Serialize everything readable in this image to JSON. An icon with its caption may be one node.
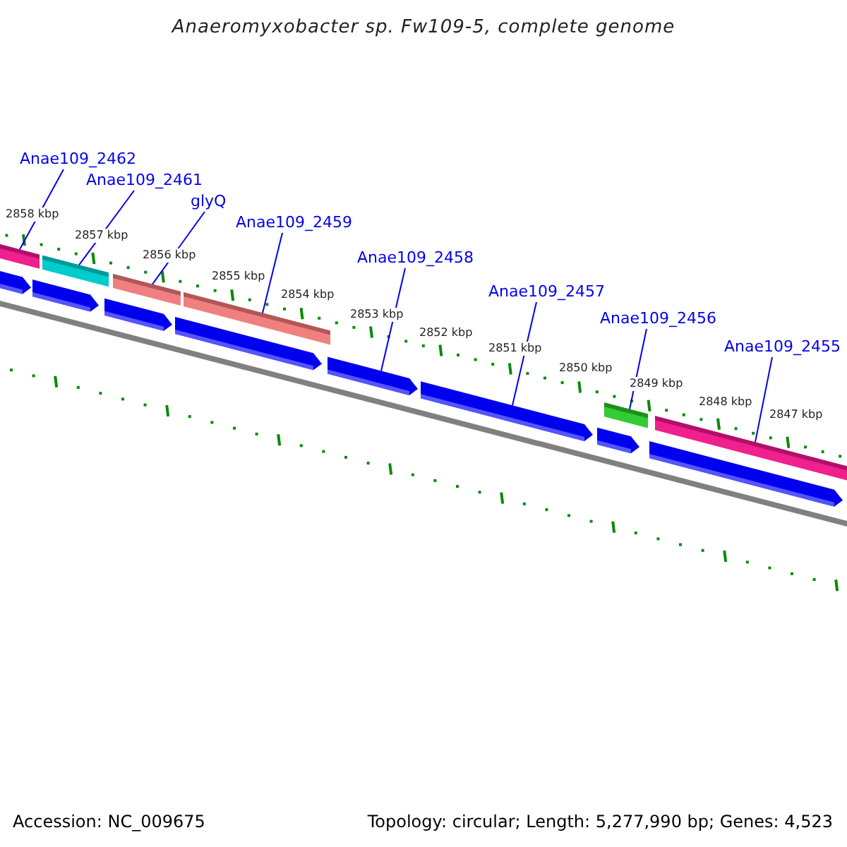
{
  "diagram": {
    "title": "Anaeromyxobacter sp. Fw109-5, complete genome",
    "nodes": [
      {
        "text": [
          "Anae109_2462"
        ]
      },
      {
        "text": [
          "Anae109_2461"
        ]
      },
      {
        "text": [
          "glyQ"
        ]
      },
      {
        "text": [
          "Anae109_2459"
        ]
      },
      {
        "text": [
          "Anae109_2458"
        ]
      },
      {
        "text": [
          "Anae109_2457"
        ]
      },
      {
        "text": [
          "Anae109_2456"
        ]
      },
      {
        "text": [
          "Anae109_2455"
        ]
      },
      {
        "text": [],
        "shape": "bar"
      },
      {
        "text": [],
        "shape": "bar"
      },
      {
        "text": [],
        "shape": "bar"
      },
      {
        "text": [],
        "shape": "bar"
      },
      {
        "text": [],
        "shape": "bar"
      },
      {
        "text": [],
        "shape": "bar"
      },
      {
        "text": [],
        "shape": "pentagon"
      },
      {
        "text": [],
        "shape": "pentagon"
      },
      {
        "text": [],
        "shape": "pentagon"
      },
      {
        "text": [],
        "shape": "pentagon"
      },
      {
        "text": [],
        "shape": "pentagon"
      },
      {
        "text": [],
        "shape": "pentagon"
      },
      {
        "text": [],
        "shape": "pentagon"
      },
      {
        "text": [],
        "shape": "pentagon"
      }
    ],
    "edges": [
      {
        "from": 0,
        "to": 8,
        "arrow": "none"
      },
      {
        "from": 1,
        "to": 9,
        "arrow": "none"
      },
      {
        "from": 2,
        "to": 10,
        "arrow": "none"
      },
      {
        "from": 3,
        "to": 11,
        "arrow": "none"
      },
      {
        "from": 4,
        "to": 18,
        "arrow": "none"
      },
      {
        "from": 5,
        "to": 19,
        "arrow": "none"
      },
      {
        "from": 6,
        "to": 12,
        "arrow": "none"
      },
      {
        "from": 7,
        "to": 13,
        "arrow": "none"
      }
    ],
    "labels": [
      "2858 kbp",
      "2857 kbp",
      "2856 kbp",
      "2855 kbp",
      "2854 kbp",
      "2853 kbp",
      "2852 kbp",
      "2851 kbp",
      "2850 kbp",
      "2849 kbp",
      "2848 kbp",
      "2847 kbp",
      "Accession: NC_009675",
      "Topology: circular; Length: 5,277,990 bp; Genes: 4,523"
    ]
  }
}
